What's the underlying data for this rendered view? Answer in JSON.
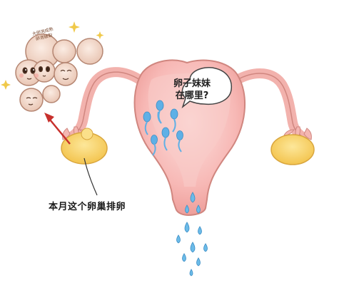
{
  "speech_bubble": {
    "line1": "卵子妹妹",
    "line2": "在哪里?"
  },
  "caption": "本月这个卵巢排卵",
  "egg_note": {
    "line1": "大卵泡成熟",
    "line2": "卵泡破裂"
  },
  "icons": [
    "sparkle-icon",
    "arrow-icon",
    "sperm-icon",
    "droplet-icon"
  ],
  "colors": {
    "uterus_fill": "#f6b6b4",
    "uterus_outline": "#d0867f",
    "ovary_fill": "#f7d46a",
    "sperm_blue": "#5fb0e6",
    "arrow_red": "#c7302c",
    "egg_cell": "#f3d9c8"
  }
}
